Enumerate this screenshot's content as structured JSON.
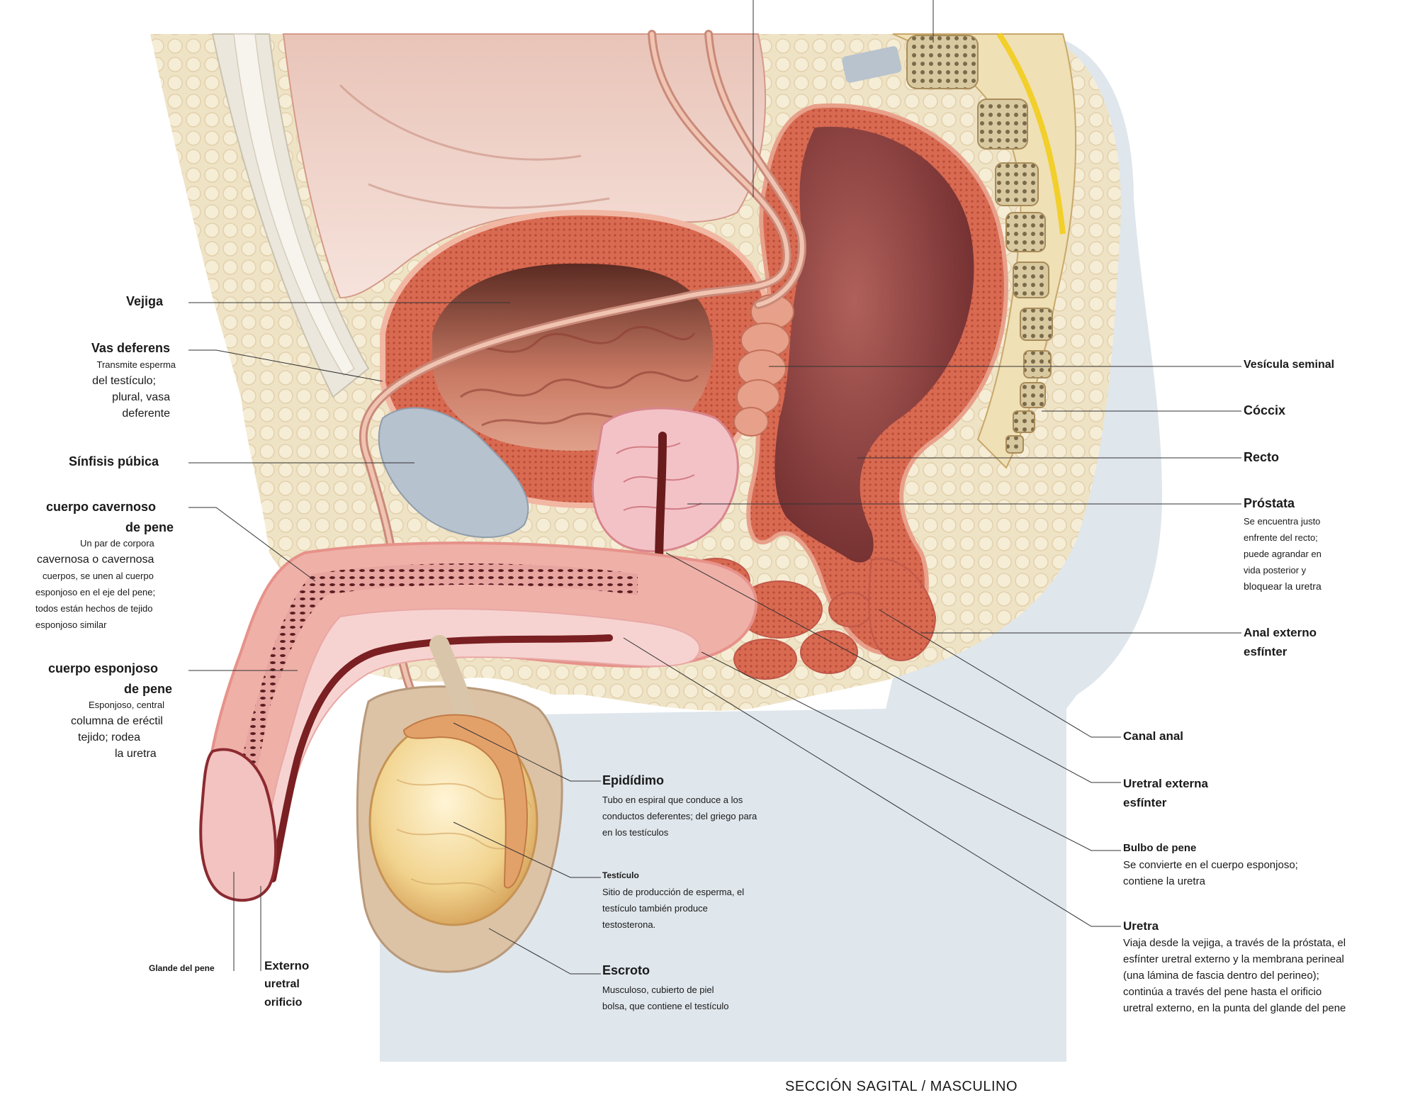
{
  "caption": "SECCIÓN SAGITAL / MASCULINO",
  "left_labels": {
    "vejiga": {
      "title": "Vejiga"
    },
    "vas_deferens": {
      "title": "Vas deferens",
      "lines": [
        "Transmite esperma",
        "del testículo;",
        "plural, vasa",
        "deferente"
      ]
    },
    "sinfisis": {
      "title": "Sínfisis púbica"
    },
    "cavernoso": {
      "title1": "cuerpo cavernoso",
      "title2": "de pene",
      "lines": [
        "Un par de corpora",
        "cavernosa o cavernosa",
        "cuerpos, se unen al cuerpo",
        "esponjoso en el eje del pene;",
        "todos están hechos de tejido",
        "esponjoso similar"
      ]
    },
    "esponjoso": {
      "title1": "cuerpo esponjoso",
      "title2": "de pene",
      "lines": [
        "Esponjoso, central",
        "columna de eréctil",
        "tejido; rodea",
        "la uretra"
      ]
    },
    "glande": {
      "title": "Glande del pene"
    },
    "externo": {
      "lines": [
        "Externo",
        "uretral",
        "orificio"
      ]
    }
  },
  "center_labels": {
    "epididimo": {
      "title": "Epidídimo",
      "lines": [
        "Tubo en espiral que conduce a los",
        "conductos deferentes; del griego para",
        "en los testículos"
      ]
    },
    "testiculo": {
      "title": "Testículo",
      "lines": [
        "Sitio de producción de esperma, el",
        "testículo también produce",
        "testosterona."
      ]
    },
    "escroto": {
      "title": "Escroto",
      "lines": [
        "Musculoso, cubierto de piel",
        "bolsa, que contiene el testículo"
      ]
    }
  },
  "right_labels": {
    "vesicula": {
      "title": "Vesícula seminal"
    },
    "coccix": {
      "title": "Cóccix"
    },
    "recto": {
      "title": "Recto"
    },
    "prostata": {
      "title": "Próstata",
      "lines": [
        "Se encuentra justo",
        "enfrente del recto;",
        "puede agrandar en",
        "vida posterior y",
        "bloquear la uretra"
      ]
    },
    "anal_externo": {
      "lines": [
        "Anal externo",
        "esfínter"
      ]
    },
    "canal_anal": {
      "title": "Canal anal"
    },
    "uretral_externa": {
      "lines": [
        "Uretral externa",
        "esfínter"
      ]
    },
    "bulbo": {
      "title": "Bulbo de pene",
      "lines": [
        "Se convierte en el cuerpo esponjoso;",
        "contiene la uretra"
      ]
    },
    "uretra": {
      "title": "Uretra",
      "lines": [
        "Viaja desde la vejiga, a través de la próstata, el",
        "esfínter uretral externo y la membrana perineal",
        "(una lámina de fascia dentro del perineo);",
        "continúa a través del pene hasta el orificio",
        "uretral externo, en la punta del glande del pene"
      ]
    }
  },
  "colors": {
    "body_silhouette": "#dfe6ec",
    "fat_tissue": "#efe2c4",
    "muscle": "#d9664f",
    "bladder_inner": "#c8604a",
    "rectum": "#8a3a3a",
    "testicle": "#f1d79a",
    "bone": "#c9b98f",
    "pubic_cartilage": "#b7c2cf",
    "leader_line": "#333333"
  }
}
